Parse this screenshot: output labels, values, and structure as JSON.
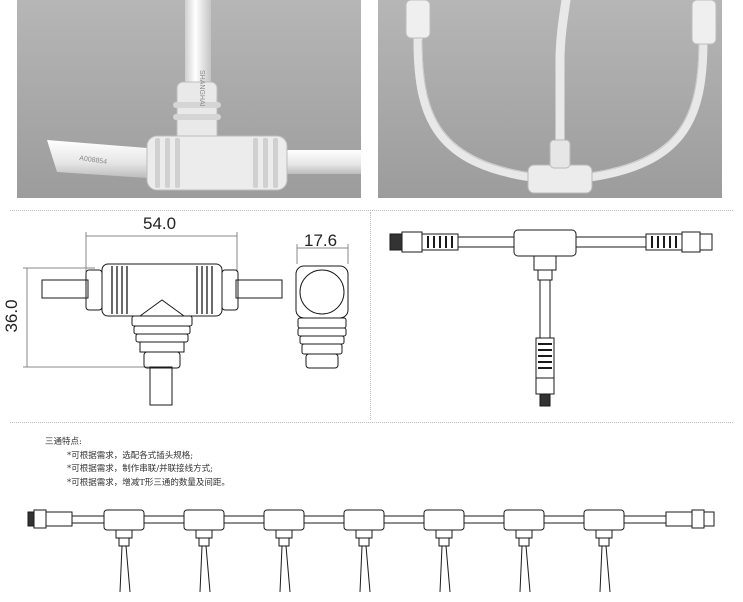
{
  "photos": {
    "left_cable_print_vertical": "SHANGHAI",
    "left_cable_print_horizontal": "A008854"
  },
  "drawing": {
    "width_label": "54.0",
    "height_label": "36.0",
    "depth_label": "17.6"
  },
  "features": {
    "title": "三通特点:",
    "items": [
      "*可根据需求，选配各式插头规格;",
      "*可根据需求，制作串联/并联接线方式;",
      "*可根据需求，增减T形三通的数量及间距。"
    ]
  },
  "colors": {
    "photo_background": "#a9a9a9",
    "cable": "#eeeeee",
    "line": "#1a1a1a"
  }
}
